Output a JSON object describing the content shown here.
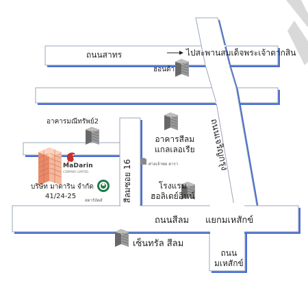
{
  "roads": {
    "sathorn": "ถนนสาทร",
    "to_taksin": "ไปสะพานสมเด็จพระเจ้าตากสิน",
    "silom": "ถนนสีลม",
    "soi16": "สีลมซอย 16",
    "charoen_krung": "ถนนเจริญกรุง",
    "mahesak_road": "ถนน\nมเหสักข์",
    "mahesak_intersection": "แยกมเหสักข์"
  },
  "places": {
    "shophouse": "ฮอนด้า",
    "niti_building": "อาคารมณีทรัพย์2",
    "silom_gallery": "อาคารสีลม\nแกลเลอเรีย",
    "holiday_inn": "โรงแรม\nฮอลิเดย์อินน์",
    "central_silom": "เซ็นทรัล สีลม",
    "madarin_company": "บริษัท มาดาริน จำกัด",
    "madarin_address": "41/24-25",
    "small_building": "ศาลเจ้าพ่อ ดารา",
    "starbucks_label": "สตาร์บัคส์"
  },
  "logo": {
    "name": "MaDarin",
    "subtitle": "COMPANY LIMITED"
  },
  "colors": {
    "road_fill": "#ffffff",
    "road_edge": "#4a6fd0",
    "road_outline": "#9aa4b8",
    "building": "#7a7a7a",
    "madarin_tower": "#f0a080",
    "logo_accent": "#c8322a",
    "starbucks": "#1f7a4a"
  },
  "icons": {
    "arrow": "arrow-right-icon",
    "building": "building-icon",
    "tower": "madarin-tower-icon",
    "logo": "madarin-logo-icon",
    "starbucks": "starbucks-logo-icon"
  }
}
